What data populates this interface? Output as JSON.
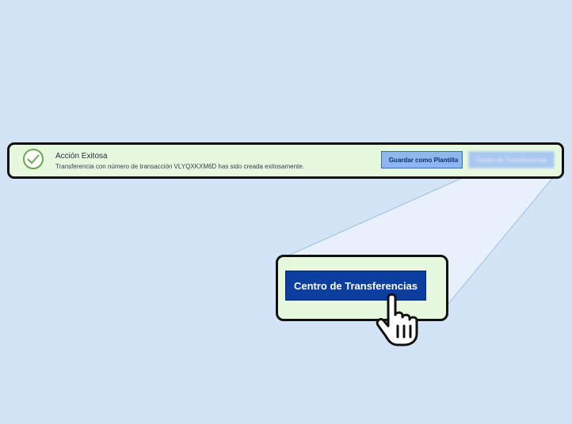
{
  "notification": {
    "title": "Acción Exitosa",
    "message": "Transferencia con número de transacción VLYQXKXM6D has sido creada exitosamente.",
    "save_template_label": "Guardar como Plantilla",
    "blurred_button_label": "Centro de Transferencias"
  },
  "zoom": {
    "button_label": "Centro de Transferencias"
  },
  "icons": {
    "success": "check-circle-icon",
    "cursor": "hand-pointer-icon"
  },
  "colors": {
    "background": "#d3e4f7",
    "banner": "#e6f9df",
    "success_green": "#6aa850",
    "primary_button": "#0b3e9f",
    "secondary_button": "#8eb8ec"
  }
}
